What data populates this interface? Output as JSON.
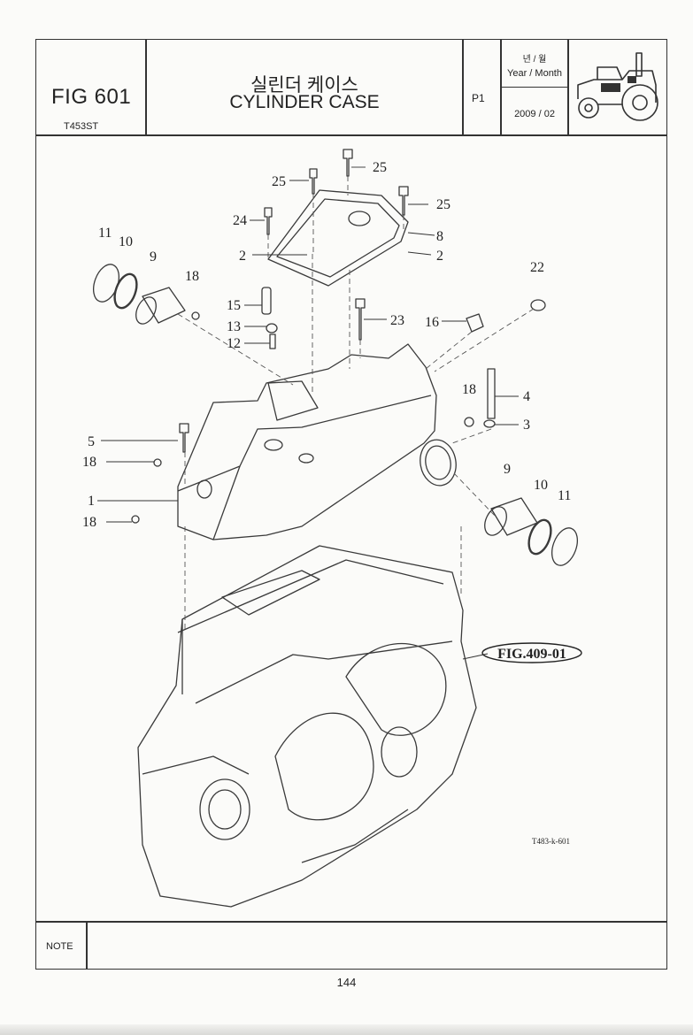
{
  "header": {
    "fig_number": "FIG 601",
    "model": "T453ST",
    "title_korean": "실린더 케이스",
    "title_english": "CYLINDER CASE",
    "page_code": "P1",
    "year_month_korean": "년 / 월",
    "year_month_english": "Year / Month",
    "date": "2009 / 02",
    "thumbnail_icon": "tractor-icon"
  },
  "drawing": {
    "drawing_code": "T483-k-601",
    "reference": "FIG.409-01",
    "callouts": {
      "c25a": "25",
      "c25b": "25",
      "c25c": "25",
      "c24": "24",
      "c8": "8",
      "c2a": "2",
      "c2b": "2",
      "c11a": "11",
      "c10a": "10",
      "c9a": "9",
      "c18a": "18",
      "c22": "22",
      "c15": "15",
      "c13": "13",
      "c12": "12",
      "c23": "23",
      "c16": "16",
      "c18b": "18",
      "c4": "4",
      "c3": "3",
      "c5": "5",
      "c18c": "18",
      "c1": "1",
      "c18d": "18",
      "c9b": "9",
      "c10b": "10",
      "c11b": "11"
    }
  },
  "footer": {
    "note_label": "NOTE",
    "page_number": "144"
  }
}
